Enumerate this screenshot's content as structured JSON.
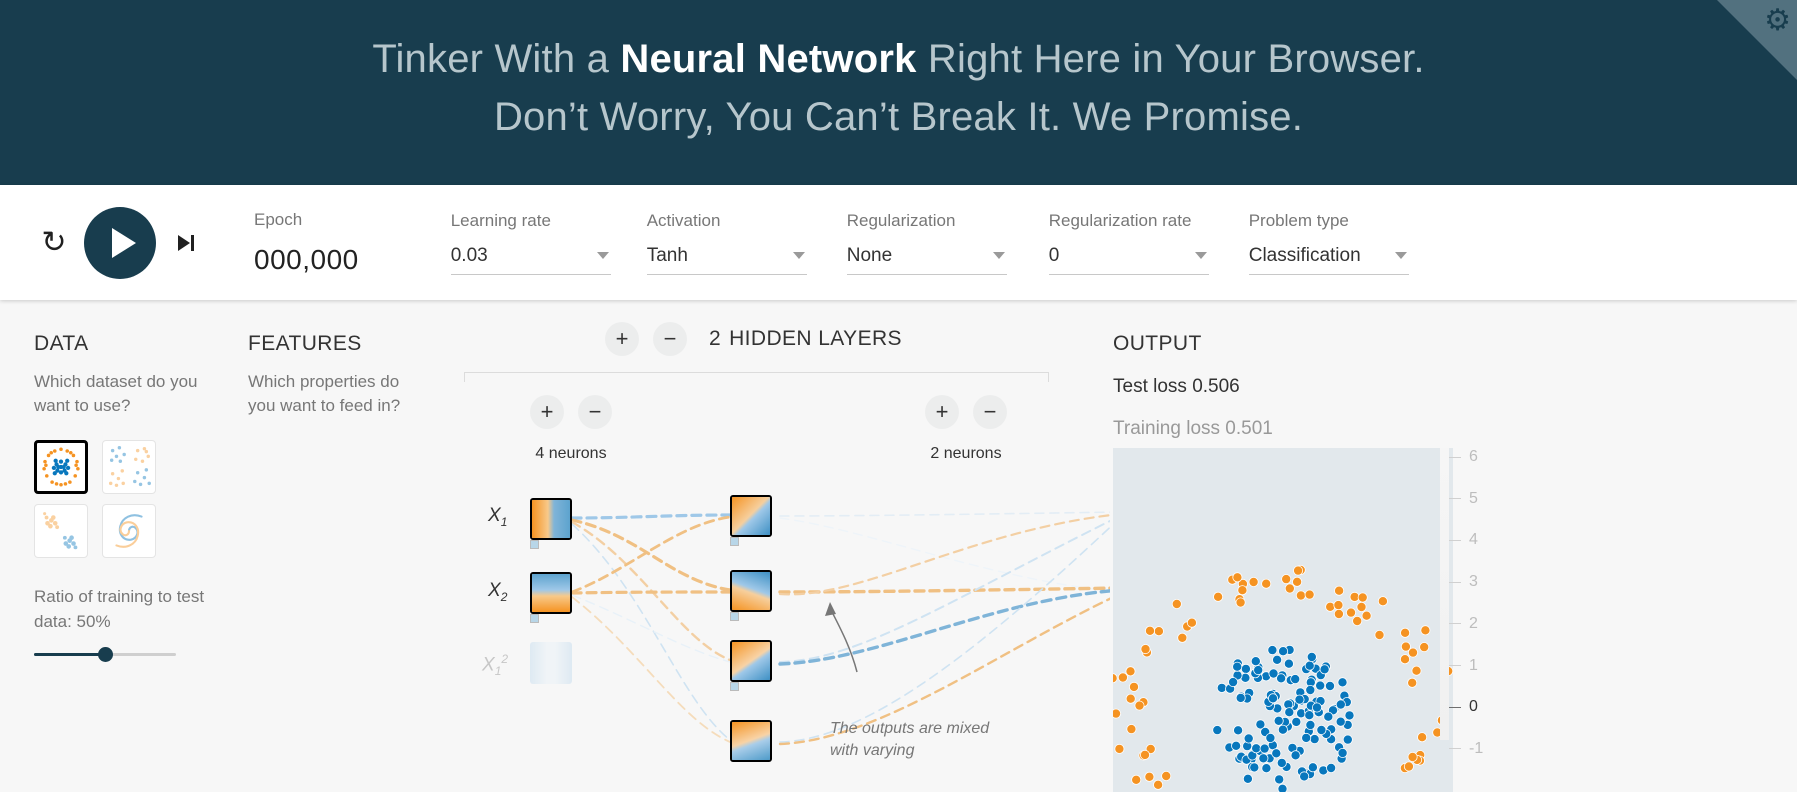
{
  "header": {
    "line1_pre": "Tinker With a ",
    "line1_bold": "Neural Network",
    "line1_post": " Right Here in Your Browser.",
    "line2": "Don’t Worry, You Can’t Break It. We Promise.",
    "github_icon": "github-corner-icon",
    "background": "#183d4e"
  },
  "controls": {
    "reset_icon": "reset-icon",
    "play_icon": "play-icon",
    "step_icon": "step-forward-icon",
    "epoch": {
      "label": "Epoch",
      "value": "000,000"
    },
    "learning_rate": {
      "label": "Learning rate",
      "value": "0.03"
    },
    "activation": {
      "label": "Activation",
      "value": "Tanh"
    },
    "regularization": {
      "label": "Regularization",
      "value": "None"
    },
    "regularization_rate": {
      "label": "Regularization rate",
      "value": "0"
    },
    "problem_type": {
      "label": "Problem type",
      "value": "Classification"
    }
  },
  "data_panel": {
    "title": "DATA",
    "subtitle": "Which dataset do you want to use?",
    "datasets": [
      {
        "name": "circle",
        "selected": true
      },
      {
        "name": "exclusive-or",
        "selected": false
      },
      {
        "name": "gaussian",
        "selected": false
      },
      {
        "name": "spiral",
        "selected": false
      }
    ],
    "ratio_label": "Ratio of training to test data:",
    "ratio_value": "50%",
    "ratio_percent": 50
  },
  "features_panel": {
    "title": "FEATURES",
    "subtitle": "Which properties do you want to feed in?",
    "features": [
      {
        "label": "X",
        "sub": "1",
        "sup": "",
        "active": true
      },
      {
        "label": "X",
        "sub": "2",
        "sup": "",
        "active": true
      },
      {
        "label": "X",
        "sub": "1",
        "sup": "2",
        "active": false
      }
    ]
  },
  "network": {
    "add_layer_label": "+",
    "remove_layer_label": "−",
    "hidden_layer_count": "2",
    "hidden_layers_word": "HIDDEN LAYERS",
    "layers": [
      {
        "neuron_label": "4 neurons",
        "neurons": 4
      },
      {
        "neuron_label": "2 neurons",
        "neurons": 2
      }
    ],
    "annotation": "The outputs are mixed with varying"
  },
  "output_panel": {
    "title": "OUTPUT",
    "test_loss_label": "Test loss",
    "test_loss_value": "0.506",
    "training_loss_label": "Training loss",
    "training_loss_value": "0.501",
    "color_scale": [
      "6",
      "5",
      "4",
      "3",
      "2",
      "1",
      "0",
      "-1"
    ],
    "color_scale_zero_index": 6,
    "colors": {
      "positive": "#f59322",
      "negative": "#0877bd",
      "background": "#e2e8ec"
    }
  }
}
